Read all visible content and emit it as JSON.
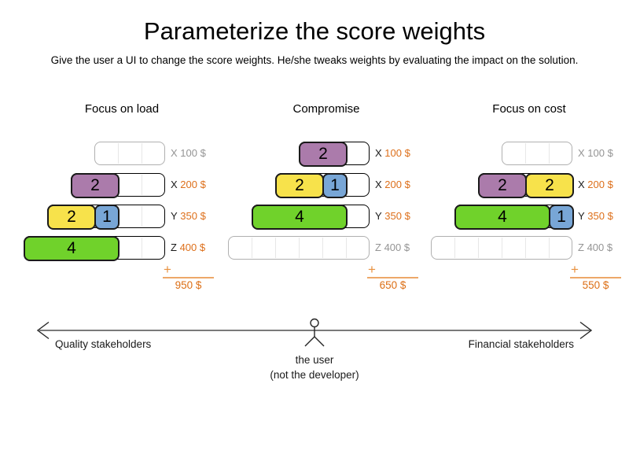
{
  "title": "Parameterize the score weights",
  "subtitle": "Give the user a UI to change the score weights. He/she tweaks weights by evaluating the impact on the solution.",
  "sum_symbol": "+",
  "colors": {
    "purple": "#ab7bab",
    "yellow": "#f7e24b",
    "blue": "#78a6d6",
    "green": "#70d22b",
    "orange_price": "#dd6f1a",
    "orange_total": "#dc6e14",
    "orange_line": "#eda869",
    "muted_gray": "#949494"
  },
  "panels": [
    {
      "name": "Focus on load",
      "total": "950 $",
      "rows": [
        {
          "label_letter": "X",
          "label_price": "100 $",
          "capacity": 3,
          "blocks": []
        },
        {
          "label_letter": "X",
          "label_price": "200 $",
          "capacity": 4,
          "blocks": [
            {
              "value": "2",
              "size": 2,
              "color": "purple"
            }
          ]
        },
        {
          "label_letter": "Y",
          "label_price": "350 $",
          "capacity": 5,
          "blocks": [
            {
              "value": "2",
              "size": 2,
              "color": "yellow"
            },
            {
              "value": "1",
              "size": 1,
              "color": "blue"
            }
          ]
        },
        {
          "label_letter": "Z",
          "label_price": "400 $",
          "capacity": 6,
          "blocks": [
            {
              "value": "4",
              "size": 4,
              "color": "green"
            }
          ]
        }
      ]
    },
    {
      "name": "Compromise",
      "total": "650 $",
      "rows": [
        {
          "label_letter": "X",
          "label_price": "100 $",
          "capacity": 3,
          "blocks": [
            {
              "value": "2",
              "size": 2,
              "color": "purple"
            }
          ]
        },
        {
          "label_letter": "X",
          "label_price": "200 $",
          "capacity": 4,
          "blocks": [
            {
              "value": "2",
              "size": 2,
              "color": "yellow"
            },
            {
              "value": "1",
              "size": 1,
              "color": "blue"
            }
          ]
        },
        {
          "label_letter": "Y",
          "label_price": "350 $",
          "capacity": 5,
          "blocks": [
            {
              "value": "4",
              "size": 4,
              "color": "green"
            }
          ]
        },
        {
          "label_letter": "Z",
          "label_price": "400 $",
          "capacity": 6,
          "blocks": []
        }
      ]
    },
    {
      "name": "Focus on cost",
      "total": "550 $",
      "rows": [
        {
          "label_letter": "X",
          "label_price": "100 $",
          "capacity": 3,
          "blocks": []
        },
        {
          "label_letter": "X",
          "label_price": "200 $",
          "capacity": 4,
          "blocks": [
            {
              "value": "2",
              "size": 2,
              "color": "purple"
            },
            {
              "value": "2",
              "size": 2,
              "color": "yellow"
            }
          ]
        },
        {
          "label_letter": "Y",
          "label_price": "350 $",
          "capacity": 5,
          "blocks": [
            {
              "value": "4",
              "size": 4,
              "color": "green"
            },
            {
              "value": "1",
              "size": 1,
              "color": "blue"
            }
          ]
        },
        {
          "label_letter": "Z",
          "label_price": "400 $",
          "capacity": 6,
          "blocks": []
        }
      ]
    }
  ],
  "axis": {
    "left_label": "Quality stakeholders",
    "right_label": "Financial stakeholders",
    "caption_line1": "the user",
    "caption_line2": "(not the developer)"
  }
}
